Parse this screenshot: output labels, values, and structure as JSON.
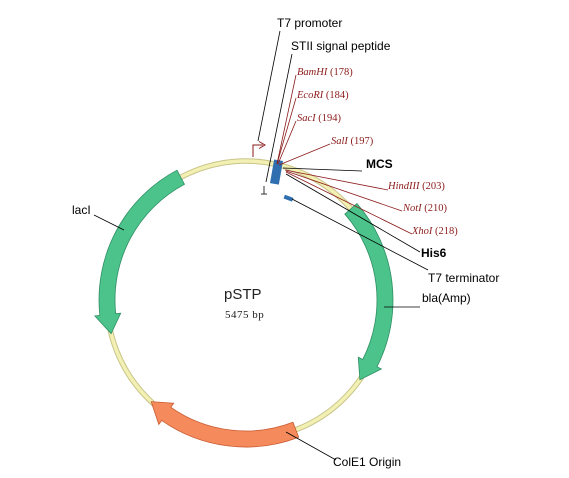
{
  "plasmid": {
    "name": "pSTP",
    "size": "5475 bp"
  },
  "colors": {
    "backbone": "#f3f0b4",
    "backbone_edge": "#c9c48a",
    "lacI": "#4dc38c",
    "bla": "#4dc38c",
    "origin": "#f58b5c",
    "mcs": "#2f6fb0",
    "site_text": "#8b1a1a",
    "promoter": "#8b1a1a"
  },
  "features": {
    "t7_promoter": "T7 promoter",
    "stii": "STII signal peptide",
    "mcs": "MCS",
    "his6": "His6",
    "t7_terminator": "T7 terminator",
    "lacI": "lacI",
    "bla": "bla(Amp)",
    "origin": "ColE1 Origin"
  },
  "sites": [
    {
      "enzyme": "BamHI",
      "pos": "(178)"
    },
    {
      "enzyme": "EcoRI",
      "pos": "(184)"
    },
    {
      "enzyme": "SacI",
      "pos": "(194)"
    },
    {
      "enzyme": "SalI",
      "pos": "(197)"
    },
    {
      "enzyme": "HindIII",
      "pos": "(203)"
    },
    {
      "enzyme": "NotI",
      "pos": "(210)"
    },
    {
      "enzyme": "XhoI",
      "pos": "(218)"
    }
  ]
}
